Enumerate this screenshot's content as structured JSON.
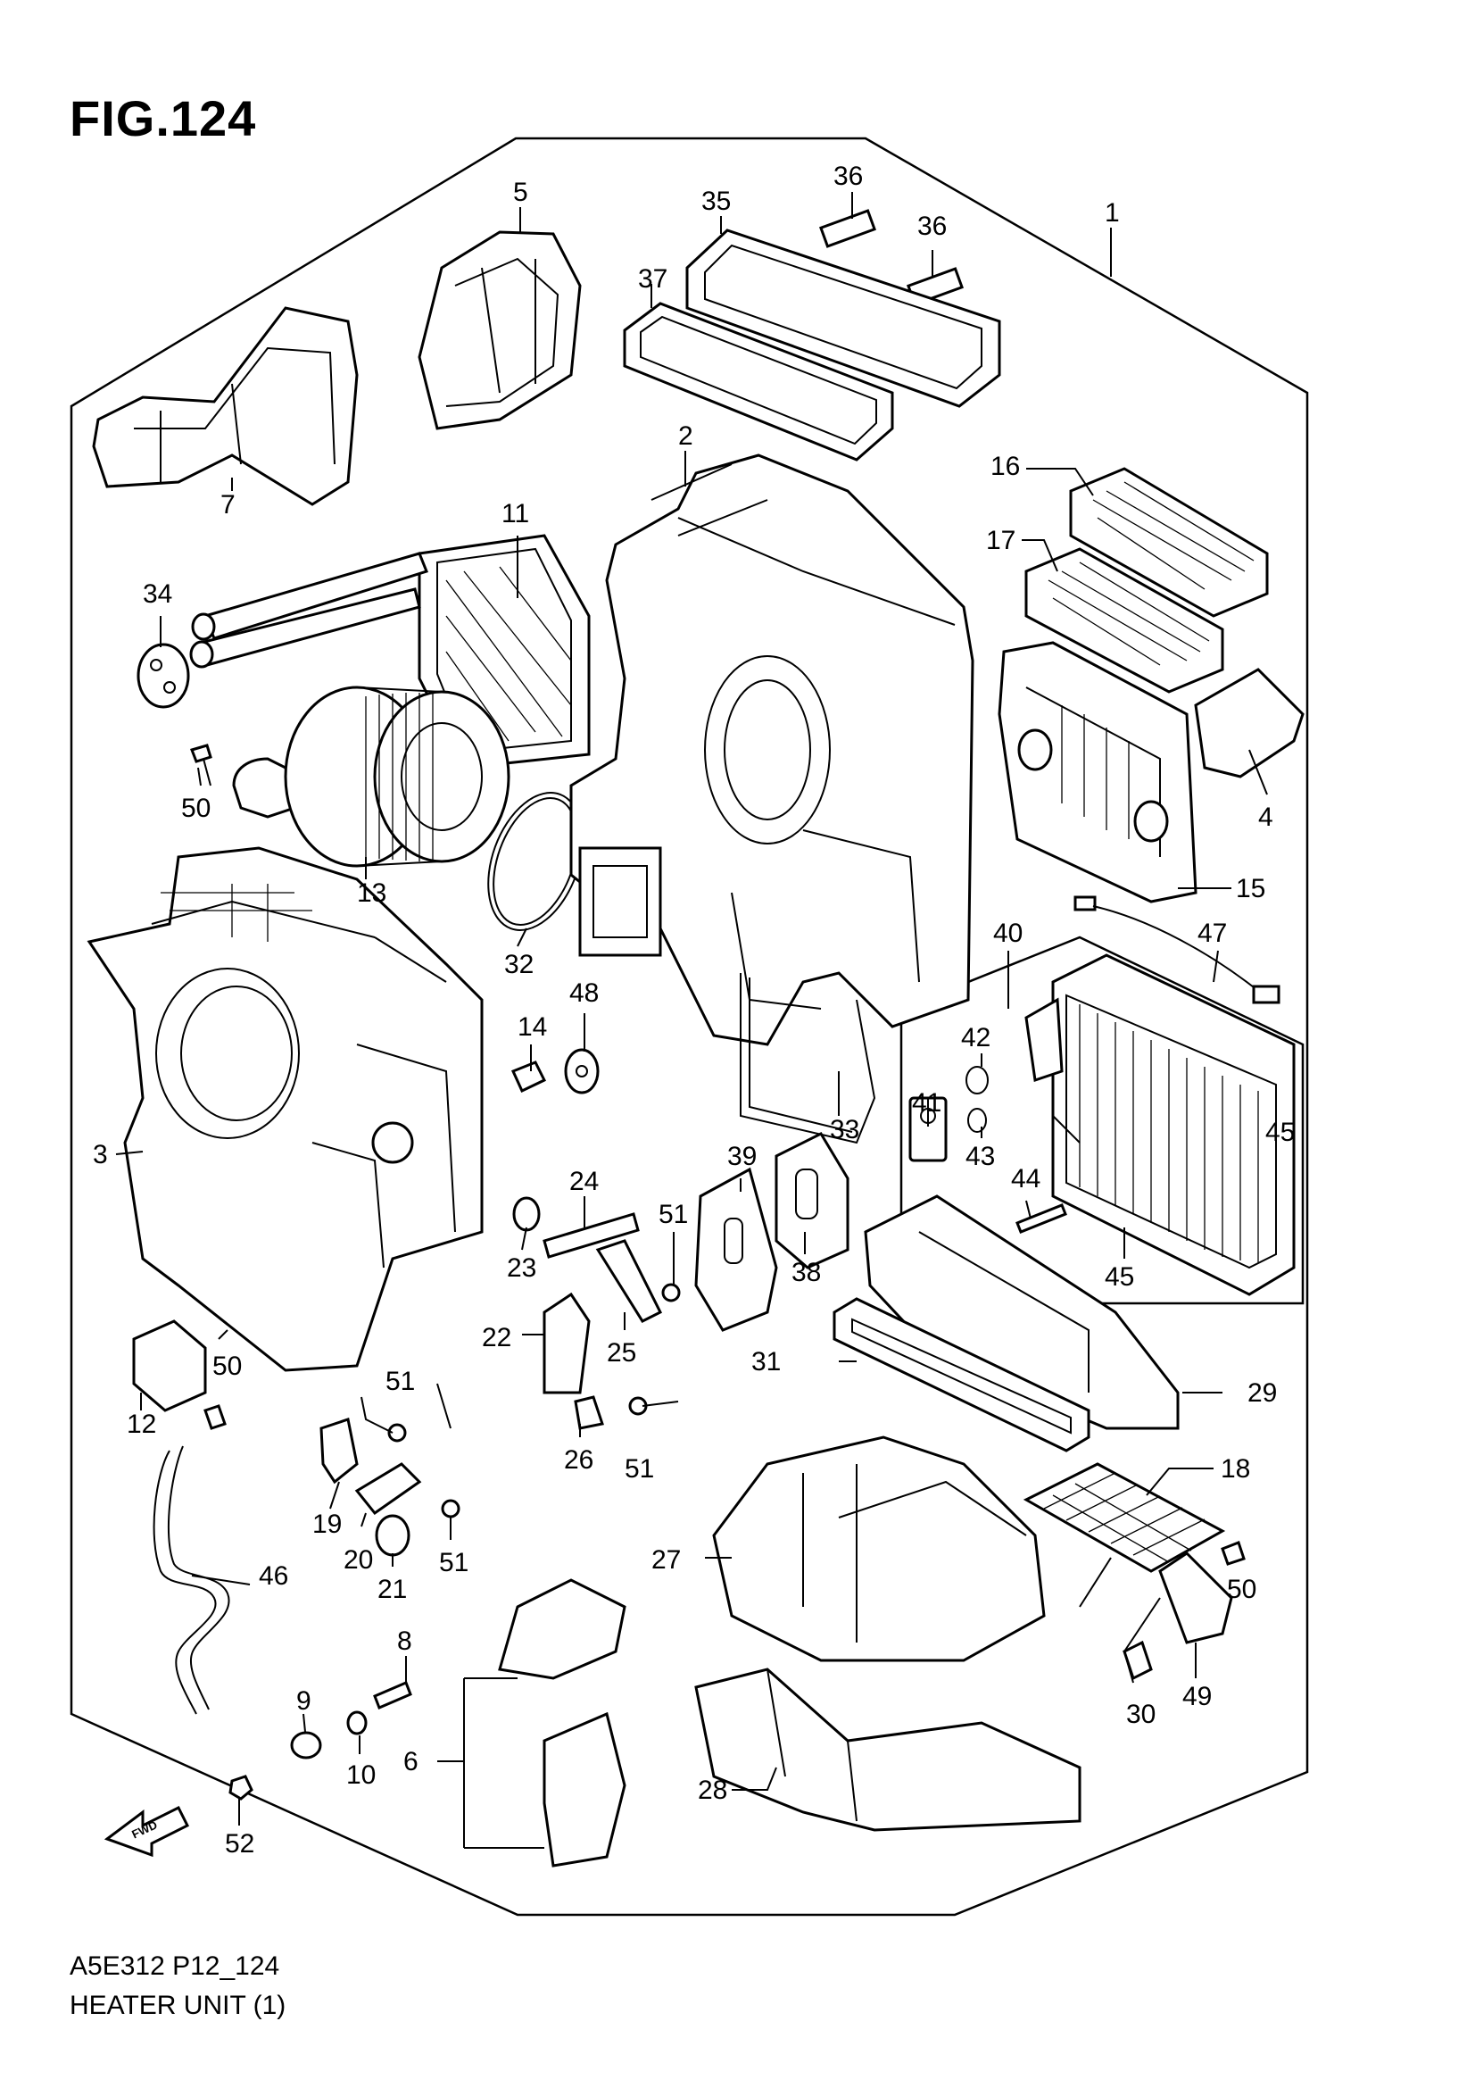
{
  "figure": {
    "title": "FIG.124",
    "code": "A5E312 P12_124",
    "name": "HEATER UNIT (1)"
  },
  "direction_arrow": {
    "label": "FWD"
  },
  "callouts": [
    "1",
    "2",
    "3",
    "4",
    "5",
    "6",
    "7",
    "8",
    "9",
    "10",
    "11",
    "12",
    "13",
    "14",
    "15",
    "16",
    "17",
    "18",
    "19",
    "20",
    "21",
    "22",
    "23",
    "24",
    "25",
    "26",
    "27",
    "28",
    "29",
    "30",
    "31",
    "32",
    "33",
    "34",
    "35",
    "36",
    "36",
    "37",
    "38",
    "39",
    "40",
    "41",
    "42",
    "43",
    "44",
    "45",
    "45",
    "46",
    "47",
    "48",
    "49",
    "50",
    "50",
    "50",
    "51",
    "51",
    "51",
    "51",
    "52"
  ],
  "colors": {
    "line": "#000000",
    "background": "#ffffff"
  }
}
